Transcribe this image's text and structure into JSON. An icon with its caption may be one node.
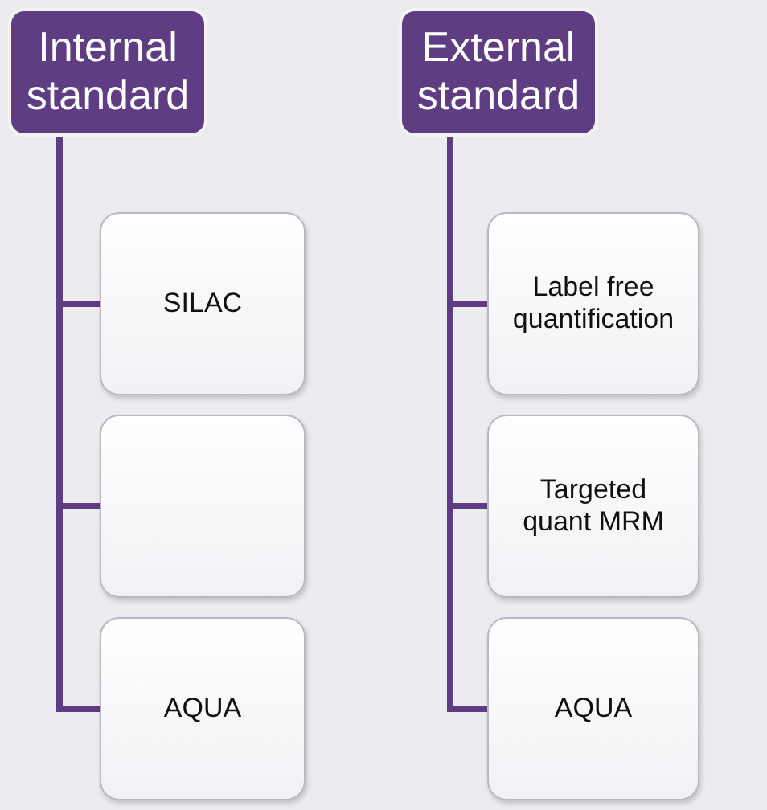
{
  "diagram": {
    "nodes": [
      {
        "text": [
          "Internal standard"
        ]
      },
      {
        "text": [
          "SILAC"
        ]
      },
      {
        "text": [],
        "shape": "box"
      },
      {
        "text": [
          "AQUA"
        ]
      },
      {
        "text": [
          "External standard"
        ]
      },
      {
        "text": [
          "Label free quantification"
        ]
      },
      {
        "text": [
          "Targeted quant MRM"
        ]
      },
      {
        "text": [
          "AQUA"
        ]
      }
    ],
    "edges": [
      {
        "from": 0,
        "to": 1,
        "arrow": "none"
      },
      {
        "from": 0,
        "to": 2,
        "arrow": "none"
      },
      {
        "from": 0,
        "to": 3,
        "arrow": "none"
      },
      {
        "from": 4,
        "to": 5,
        "arrow": "none"
      },
      {
        "from": 4,
        "to": 6,
        "arrow": "none"
      },
      {
        "from": 4,
        "to": 7,
        "arrow": "none"
      }
    ]
  }
}
